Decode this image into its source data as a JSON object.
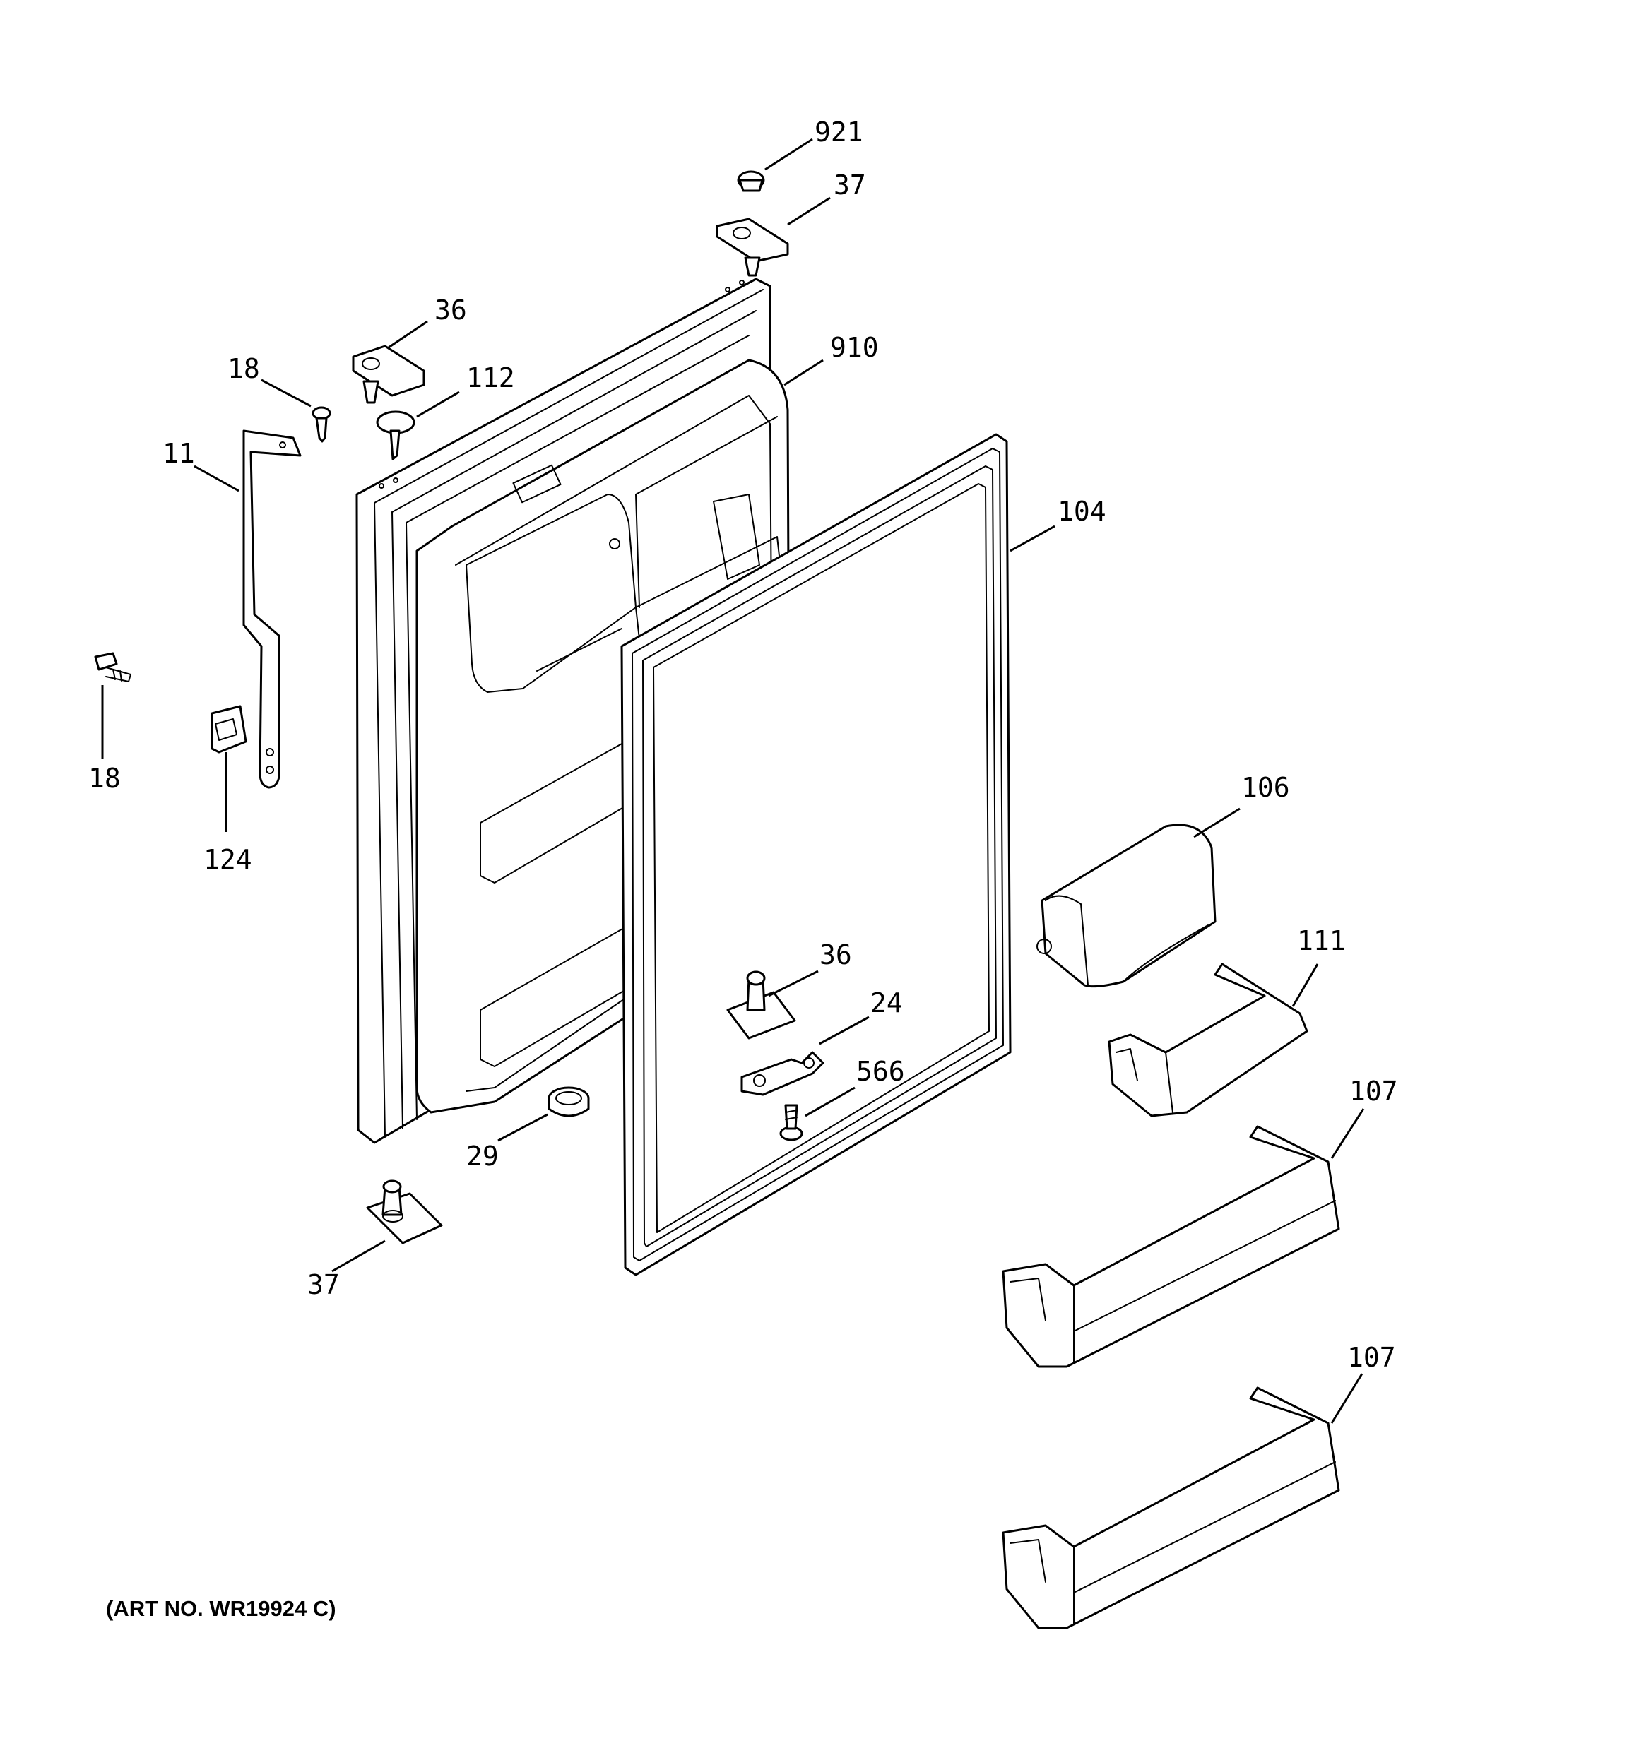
{
  "callouts": {
    "c921": "921",
    "c37_top": "37",
    "c36_top": "36",
    "c910": "910",
    "c18_top": "18",
    "c112": "112",
    "c11": "11",
    "c104": "104",
    "c18_left": "18",
    "c124": "124",
    "c106": "106",
    "c111": "111",
    "c36_mid": "36",
    "c24": "24",
    "c566": "566",
    "c29": "29",
    "c107_upper": "107",
    "c37_bottom": "37",
    "c107_lower": "107"
  },
  "art_number": "(ART NO. WR19924 C)"
}
